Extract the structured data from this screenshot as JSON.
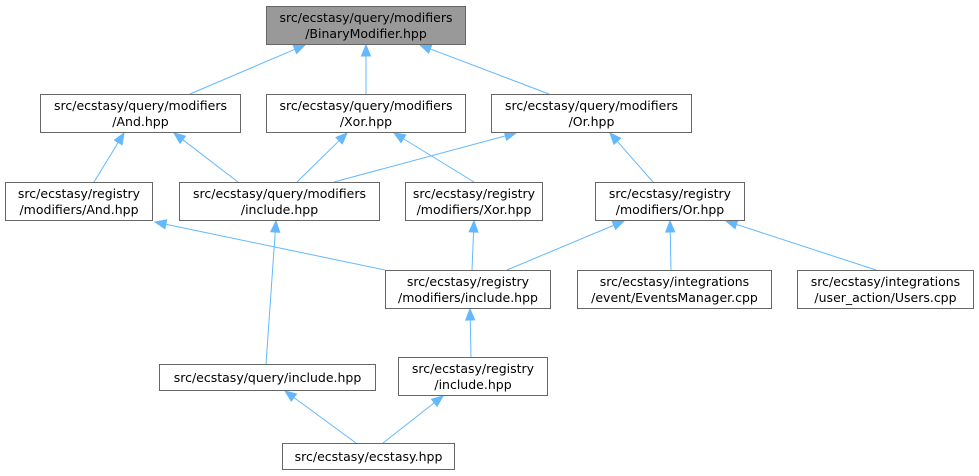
{
  "diagram": {
    "edge_color": "#63b8ff",
    "root_fill": "#999999",
    "node_border": "#666666",
    "nodes": [
      {
        "id": "binary_modifier",
        "lines": [
          "src/ecstasy/query/modifiers",
          "/BinaryModifier.hpp"
        ]
      },
      {
        "id": "query_and",
        "lines": [
          "src/ecstasy/query/modifiers",
          "/And.hpp"
        ]
      },
      {
        "id": "query_xor",
        "lines": [
          "src/ecstasy/query/modifiers",
          "/Xor.hpp"
        ]
      },
      {
        "id": "query_or",
        "lines": [
          "src/ecstasy/query/modifiers",
          "/Or.hpp"
        ]
      },
      {
        "id": "registry_and",
        "lines": [
          "src/ecstasy/registry",
          "/modifiers/And.hpp"
        ]
      },
      {
        "id": "query_modifiers_include",
        "lines": [
          "src/ecstasy/query/modifiers",
          "/include.hpp"
        ]
      },
      {
        "id": "registry_xor",
        "lines": [
          "src/ecstasy/registry",
          "/modifiers/Xor.hpp"
        ]
      },
      {
        "id": "registry_or",
        "lines": [
          "src/ecstasy/registry",
          "/modifiers/Or.hpp"
        ]
      },
      {
        "id": "registry_modifiers_include",
        "lines": [
          "src/ecstasy/registry",
          "/modifiers/include.hpp"
        ]
      },
      {
        "id": "events_manager",
        "lines": [
          "src/ecstasy/integrations",
          "/event/EventsManager.cpp"
        ]
      },
      {
        "id": "users_cpp",
        "lines": [
          "src/ecstasy/integrations",
          "/user_action/Users.cpp"
        ]
      },
      {
        "id": "query_include",
        "lines": [
          "src/ecstasy/query/include.hpp"
        ]
      },
      {
        "id": "registry_include",
        "lines": [
          "src/ecstasy/registry",
          "/include.hpp"
        ]
      },
      {
        "id": "ecstasy_hpp",
        "lines": [
          "src/ecstasy/ecstasy.hpp"
        ]
      }
    ],
    "edges": [
      {
        "from": "query_and",
        "to": "binary_modifier"
      },
      {
        "from": "query_xor",
        "to": "binary_modifier"
      },
      {
        "from": "query_or",
        "to": "binary_modifier"
      },
      {
        "from": "registry_and",
        "to": "query_and"
      },
      {
        "from": "query_modifiers_include",
        "to": "query_and"
      },
      {
        "from": "query_modifiers_include",
        "to": "query_xor"
      },
      {
        "from": "query_modifiers_include",
        "to": "query_or"
      },
      {
        "from": "registry_xor",
        "to": "query_xor"
      },
      {
        "from": "registry_or",
        "to": "query_or"
      },
      {
        "from": "registry_modifiers_include",
        "to": "registry_and"
      },
      {
        "from": "registry_modifiers_include",
        "to": "registry_xor"
      },
      {
        "from": "registry_modifiers_include",
        "to": "registry_or"
      },
      {
        "from": "events_manager",
        "to": "registry_or"
      },
      {
        "from": "users_cpp",
        "to": "registry_or"
      },
      {
        "from": "query_include",
        "to": "query_modifiers_include"
      },
      {
        "from": "registry_include",
        "to": "registry_modifiers_include"
      },
      {
        "from": "ecstasy_hpp",
        "to": "query_include"
      },
      {
        "from": "ecstasy_hpp",
        "to": "registry_include"
      }
    ]
  }
}
